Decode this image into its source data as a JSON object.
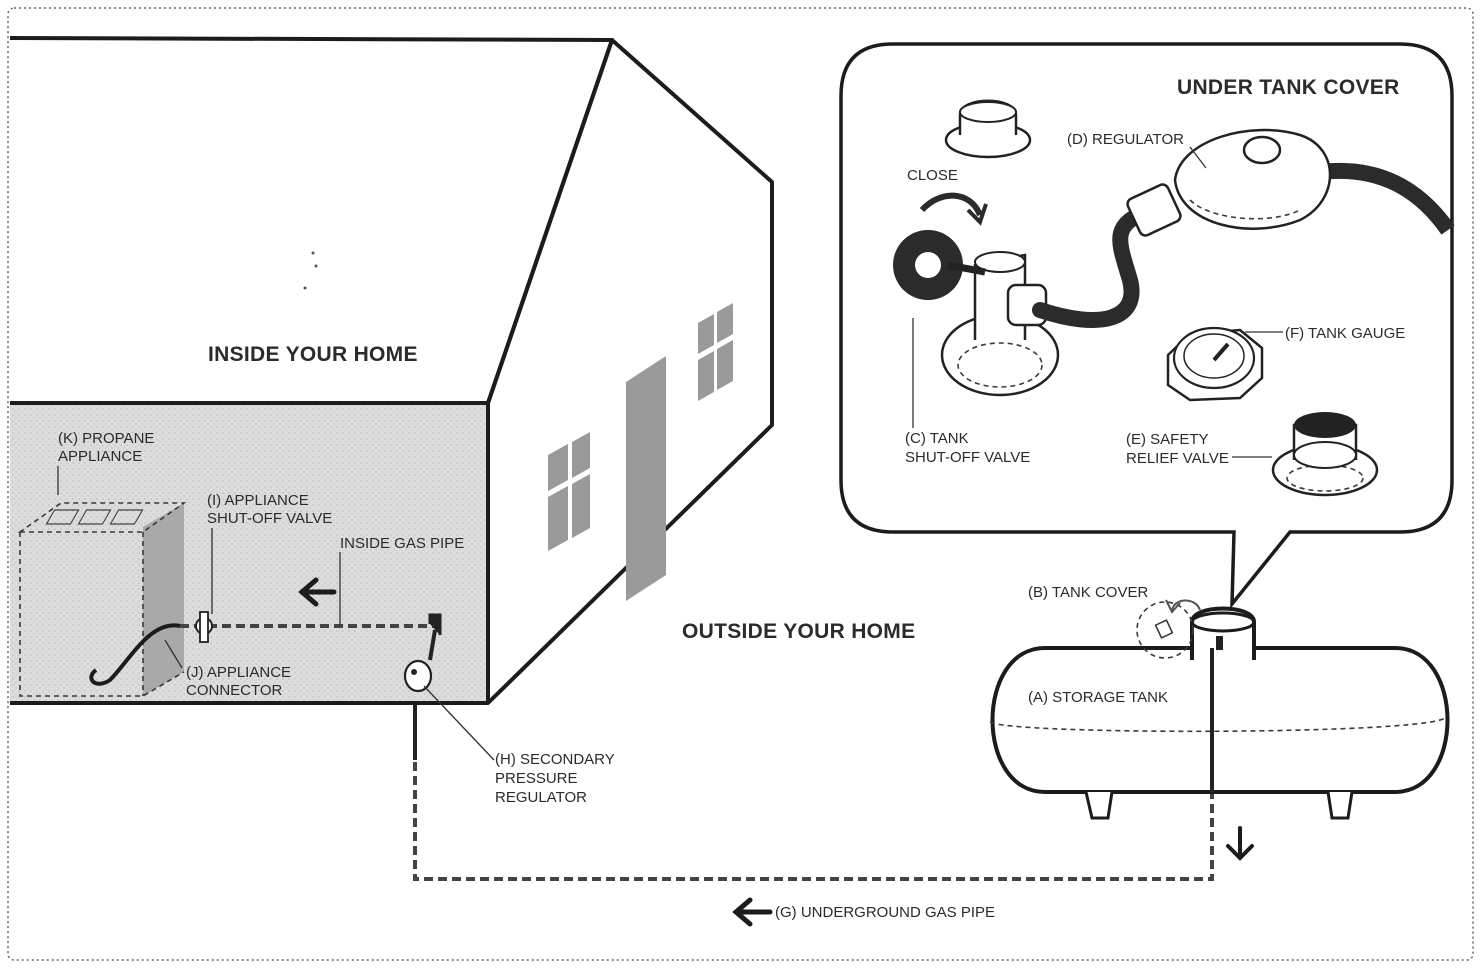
{
  "headings": {
    "inside": "INSIDE YOUR HOME",
    "outside": "OUTSIDE YOUR HOME",
    "under_cover": "UNDER TANK COVER"
  },
  "labels": {
    "propane_appliance": [
      "(K) PROPANE",
      "APPLIANCE"
    ],
    "appliance_valve": [
      "(I) APPLIANCE",
      "SHUT-OFF VALVE"
    ],
    "inside_pipe": "INSIDE GAS PIPE",
    "appliance_connector": [
      "(J) APPLIANCE",
      "CONNECTOR"
    ],
    "secondary_regulator": [
      "(H) SECONDARY",
      "PRESSURE",
      "REGULATOR"
    ],
    "tank_cover": "(B) TANK COVER",
    "storage_tank": "(A) STORAGE TANK",
    "underground_pipe": "(G) UNDERGROUND GAS PIPE",
    "regulator": "(D) REGULATOR",
    "close": "CLOSE",
    "tank_gauge": "(F) TANK GAUGE",
    "tank_shutoff": [
      "(C) TANK",
      "SHUT-OFF VALVE"
    ],
    "safety_relief": [
      "(E) SAFETY",
      "RELIEF VALVE"
    ]
  },
  "colors": {
    "ink": "#1c1c1c",
    "wall_shade": "#d9d9d9",
    "window": "#9a9a9a"
  }
}
